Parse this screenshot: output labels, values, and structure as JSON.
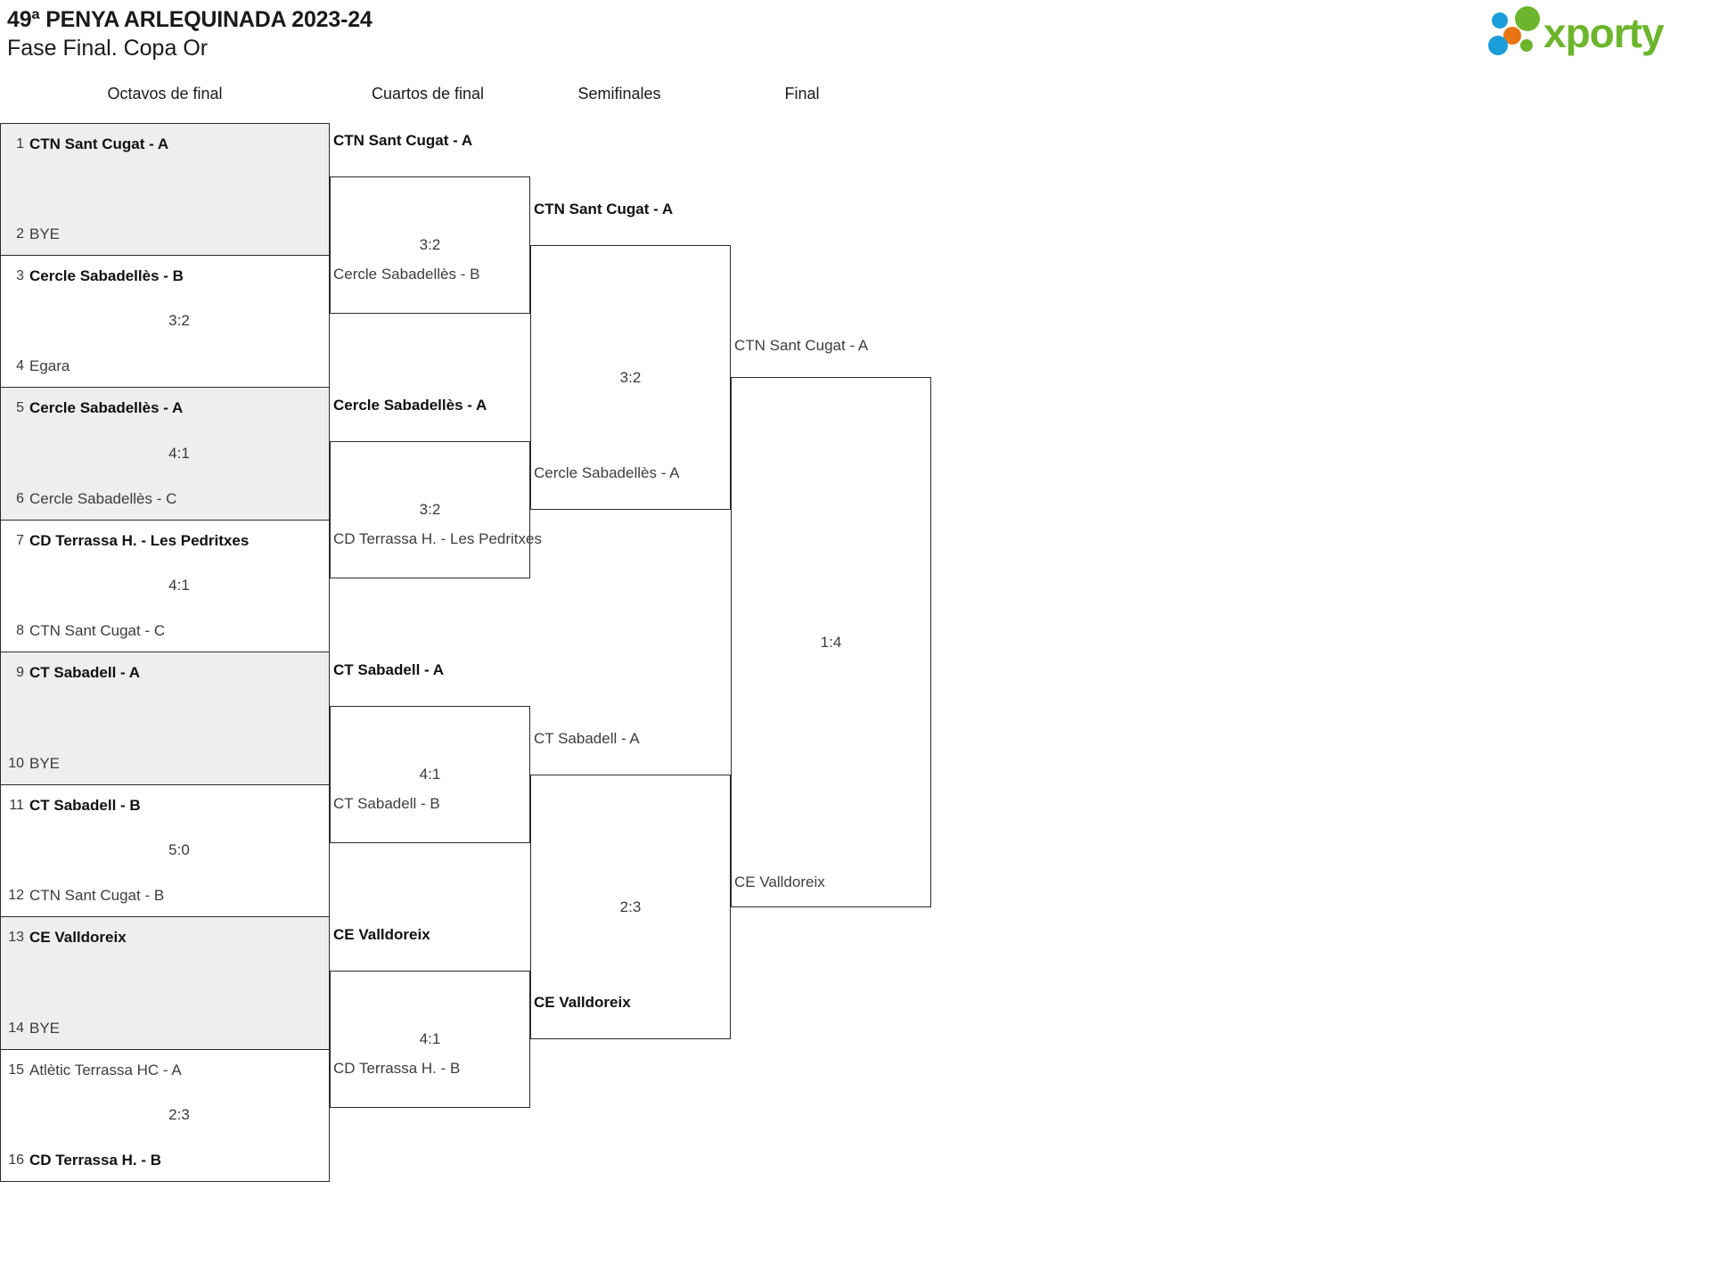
{
  "header": {
    "title_line1": "49ª PENYA ARLEQUINADA 2023-24",
    "title_line2": "Fase Final. Copa Or",
    "logo_text": "xporty",
    "logo_colors": {
      "green": "#6cb52d",
      "blue": "#1b9dd9",
      "orange": "#e87511"
    }
  },
  "rounds": [
    {
      "label": "Octavos de final"
    },
    {
      "label": "Cuartos de final"
    },
    {
      "label": "Semifinales"
    },
    {
      "label": "Final"
    }
  ],
  "round1": [
    {
      "seeds": [
        "1",
        "2"
      ],
      "teams": [
        "CTN Sant Cugat - A",
        "BYE"
      ],
      "winner": 0,
      "score": "",
      "shaded": true
    },
    {
      "seeds": [
        "3",
        "4"
      ],
      "teams": [
        "Cercle Sabadellès - B",
        "Egara"
      ],
      "winner": 0,
      "score": "3:2",
      "shaded": false
    },
    {
      "seeds": [
        "5",
        "6"
      ],
      "teams": [
        "Cercle Sabadellès - A",
        "Cercle Sabadellès - C"
      ],
      "winner": 0,
      "score": "4:1",
      "shaded": true
    },
    {
      "seeds": [
        "7",
        "8"
      ],
      "teams": [
        "CD Terrassa H. - Les Pedritxes",
        "CTN Sant Cugat - C"
      ],
      "winner": 0,
      "score": "4:1",
      "shaded": false
    },
    {
      "seeds": [
        "9",
        "10"
      ],
      "teams": [
        "CT Sabadell - A",
        "BYE"
      ],
      "winner": 0,
      "score": "",
      "shaded": true
    },
    {
      "seeds": [
        "11",
        "12"
      ],
      "teams": [
        "CT Sabadell - B",
        "CTN Sant Cugat - B"
      ],
      "winner": 0,
      "score": "5:0",
      "shaded": false
    },
    {
      "seeds": [
        "13",
        "14"
      ],
      "teams": [
        "CE Valldoreix",
        "BYE"
      ],
      "winner": 0,
      "score": "",
      "shaded": true
    },
    {
      "seeds": [
        "15",
        "16"
      ],
      "teams": [
        "Atlètic Terrassa HC - A",
        "CD Terrassa H. - B"
      ],
      "winner": 1,
      "score": "2:3",
      "shaded": false
    }
  ],
  "quarterfinals": [
    {
      "top": "CTN Sant Cugat - A",
      "bottom": "Cercle Sabadellès - B",
      "score": "3:2",
      "advances": "CTN Sant Cugat - A"
    },
    {
      "top": "Cercle Sabadellès - A",
      "bottom": "CD Terrassa H. - Les Pedritxes",
      "score": "3:2",
      "advances": "Cercle Sabadellès - A"
    },
    {
      "top": "CT Sabadell - A",
      "bottom": "CT Sabadell - B",
      "score": "4:1",
      "advances": "CT Sabadell - A"
    },
    {
      "top": "CE Valldoreix",
      "bottom": "CD Terrassa H. - B",
      "score": "4:1",
      "advances": "CE Valldoreix"
    }
  ],
  "semifinals": [
    {
      "top": "CTN Sant Cugat - A",
      "bottom": "Cercle Sabadellès - A",
      "score": "3:2",
      "advances": "CTN Sant Cugat - A"
    },
    {
      "top": "CT Sabadell - A",
      "bottom": "CE Valldoreix",
      "score": "2:3",
      "advances": "CE Valldoreix"
    }
  ],
  "final": {
    "top": "CTN Sant Cugat - A",
    "bottom": "CE Valldoreix",
    "score": "1:4"
  }
}
